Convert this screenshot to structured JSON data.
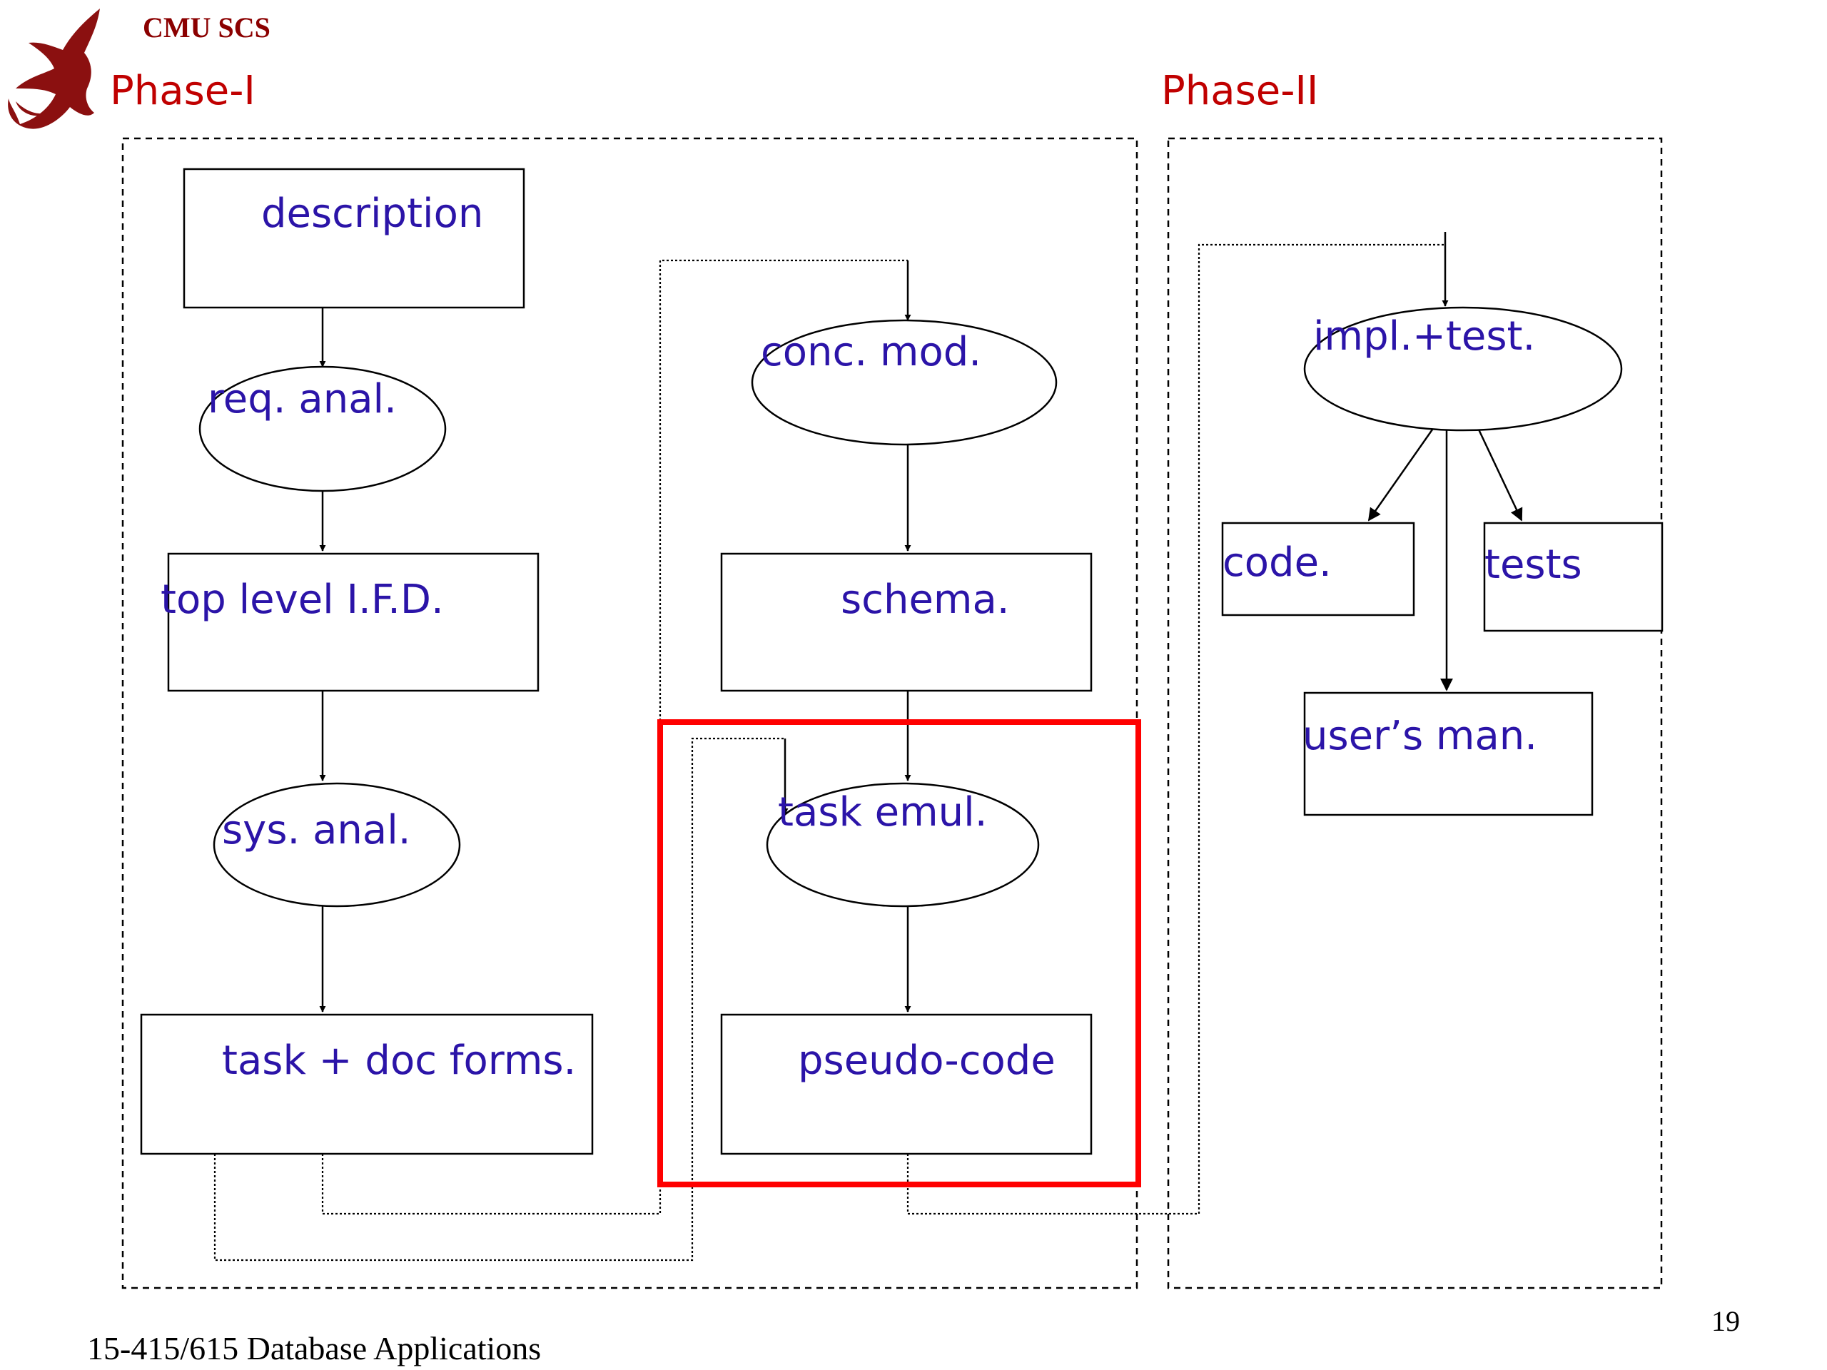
{
  "header": {
    "org": "CMU SCS",
    "logo_icon": "griffin-dragon-icon"
  },
  "phases": {
    "phase1": "Phase-I",
    "phase2": "Phase-II"
  },
  "nodes": {
    "description": "description",
    "req_anal": "req. anal.",
    "top_level_ifd": "top level I.F.D.",
    "sys_anal": "sys. anal.",
    "task_doc_forms": "task + doc forms.",
    "conc_mod": "conc. mod.",
    "schema": "schema.",
    "task_emul": "task emul.",
    "pseudo_code": "pseudo-code",
    "impl_test": "impl.+test.",
    "code": "code.",
    "tests": "tests",
    "users_man": "user’s man."
  },
  "footer": {
    "course": "15-415/615 Database Applications",
    "page_number": "19"
  },
  "colors": {
    "label": "#2b14a8",
    "phase": "#c00000",
    "highlight": "#ff0000",
    "header": "#8b0000"
  }
}
